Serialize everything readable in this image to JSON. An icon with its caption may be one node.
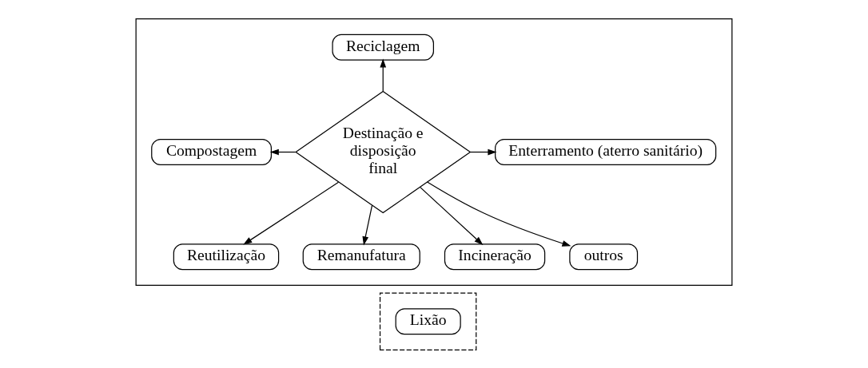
{
  "diagram": {
    "nodes": [
      {
        "text": [],
        "shape": "box"
      },
      {
        "text": [
          "Reciclagem"
        ],
        "in": 0
      },
      {
        "text": [
          "Compostagem"
        ],
        "in": 0
      },
      {
        "text": [
          "Destinação e disposição final"
        ],
        "in": 0
      },
      {
        "text": [
          "Enterramento (aterro sanitário)"
        ],
        "in": 0
      },
      {
        "text": [
          "Reutilização"
        ],
        "in": 0
      },
      {
        "text": [
          "Remanufatura"
        ],
        "in": 0
      },
      {
        "text": [
          "Incineração"
        ],
        "in": 0
      },
      {
        "text": [
          "outros"
        ],
        "in": 0
      },
      {
        "text": [],
        "shape": "box"
      },
      {
        "text": [
          "Lixão"
        ],
        "in": 9
      }
    ],
    "edges": [
      {
        "from": 3,
        "to": 1,
        "arrow": "to"
      },
      {
        "from": 3,
        "to": 2,
        "arrow": "to"
      },
      {
        "from": 3,
        "to": 4,
        "arrow": "to"
      },
      {
        "from": 3,
        "to": 5,
        "arrow": "to"
      },
      {
        "from": 3,
        "to": 6,
        "arrow": "to"
      },
      {
        "from": 3,
        "to": 7,
        "arrow": "to"
      },
      {
        "from": 3,
        "to": 8,
        "arrow": "to"
      }
    ]
  }
}
